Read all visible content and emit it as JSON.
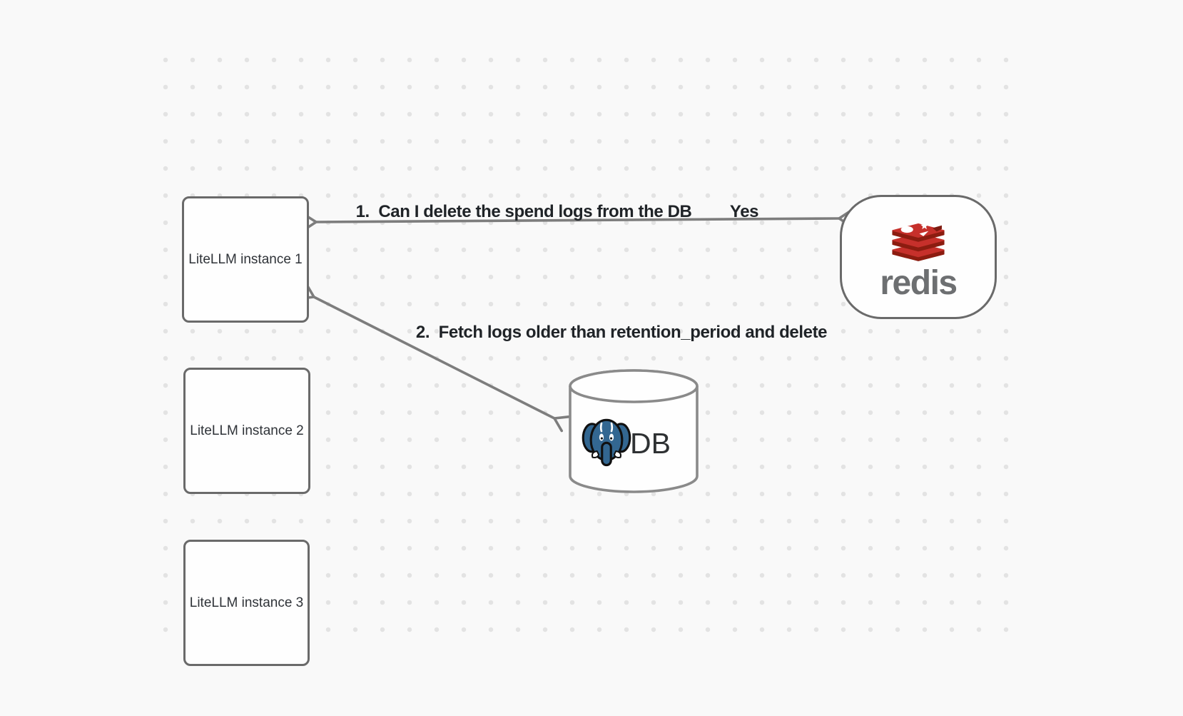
{
  "nodes": {
    "instances": [
      {
        "label": "LiteLLM instance 1"
      },
      {
        "label": "LiteLLM instance 2"
      },
      {
        "label": "LiteLLM instance 3"
      }
    ],
    "redis": {
      "wordmark": "redis",
      "logo_icon": "redis-stack-icon"
    },
    "db": {
      "label": "DB",
      "logo_icon": "postgresql-elephant-icon"
    }
  },
  "edges": {
    "edge1": {
      "label": "1.  Can I delete the spend logs from the DB",
      "answer": "Yes"
    },
    "edge2": {
      "label": "2.  Fetch logs older than retention_period and delete"
    }
  },
  "colors": {
    "background": "#f9f9f9",
    "dot": "#e3e3e3",
    "node_border": "#6a6a6a",
    "node_fill": "#fefefe",
    "arrow": "#7d7d7d",
    "edge_label_text": "#1f2327",
    "instance_text": "#2f3338",
    "redis_red": "#c6302b",
    "redis_dark_red": "#8c1c10",
    "redis_wordmark_gray": "#6d6f71",
    "postgres_blue": "#336791",
    "db_text": "#2e3133",
    "cylinder_border": "#8a8a8a"
  }
}
